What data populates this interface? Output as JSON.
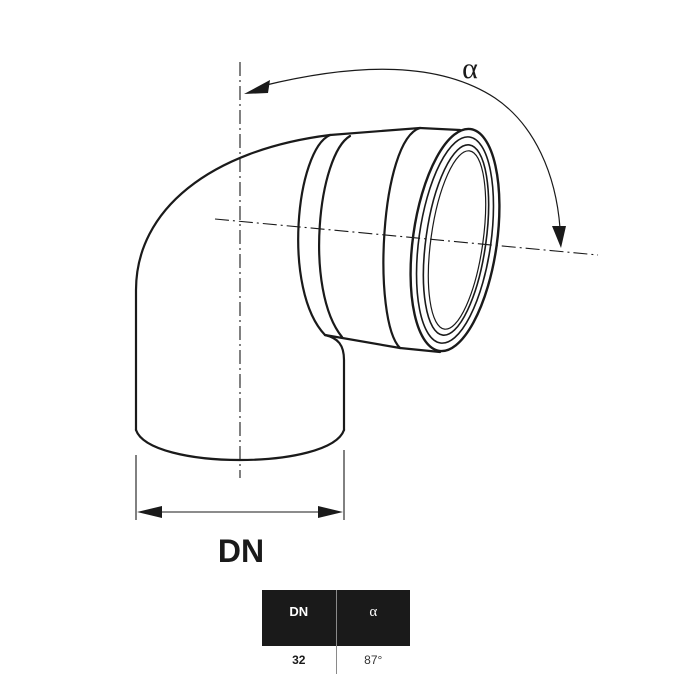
{
  "drawing": {
    "angle_symbol": "α",
    "dimension_label": "DN",
    "line_color": "#1a1a1a"
  },
  "table": {
    "headers": {
      "dn": "DN",
      "alpha": "α"
    },
    "rows": [
      {
        "dn": "32",
        "alpha": "87°"
      }
    ],
    "header_bg": "#1a1a1a",
    "header_text": "#ffffff"
  }
}
